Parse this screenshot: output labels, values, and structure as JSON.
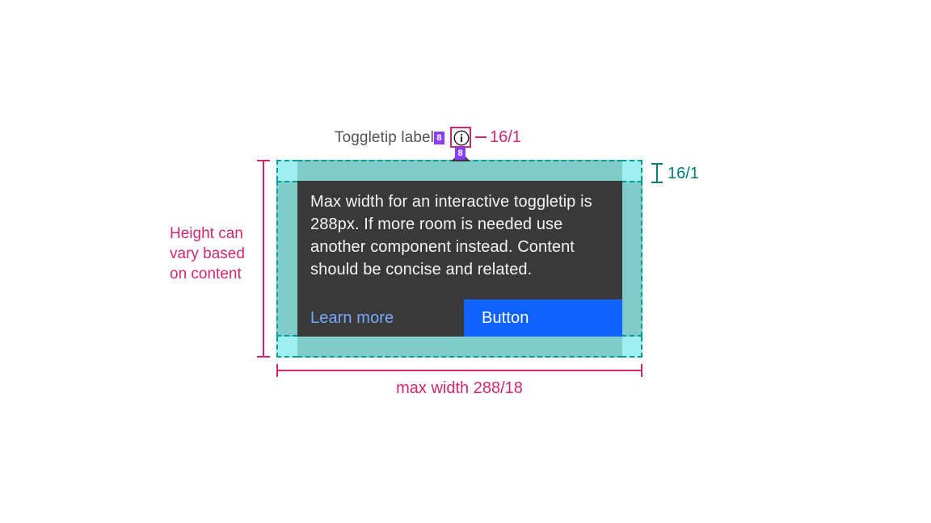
{
  "trigger": {
    "label": "Toggletip label",
    "spacing_badge": "8",
    "icon": "info-icon",
    "badge_below": "8"
  },
  "annotations": {
    "top_right": {
      "text": "16/1",
      "color": "#d12771"
    },
    "right_vertical": {
      "text": "16/1",
      "color": "#007d79"
    },
    "left_height": {
      "text": "Height can vary based on content",
      "color": "#d12771"
    },
    "bottom_width": {
      "text": "max width 288/18",
      "color": "#d12771"
    }
  },
  "toggletip": {
    "body": "Max width for an interactive toggletip is 288px. If more room is needed use another component instead. Content should be concise and related.",
    "link_label": "Learn more",
    "button_label": "Button",
    "background": "#393939",
    "button_color": "#0f62fe",
    "link_color": "#78a9ff"
  },
  "spacing": {
    "outer_color": "#9ef0f0",
    "inner_color": "#80ccca",
    "border_color": "#009d9a"
  }
}
